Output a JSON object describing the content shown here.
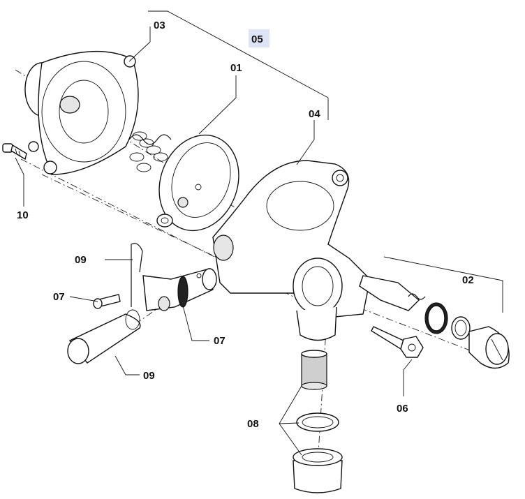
{
  "diagram": {
    "highlight_color": "#dfe3f6",
    "labels": {
      "l05": "05",
      "l03": "03",
      "l01": "01",
      "l04": "04",
      "l10": "10",
      "l02": "02",
      "l09a": "09",
      "l07a": "07",
      "l07b": "07",
      "l09b": "09",
      "l06": "06",
      "l08": "08"
    }
  }
}
